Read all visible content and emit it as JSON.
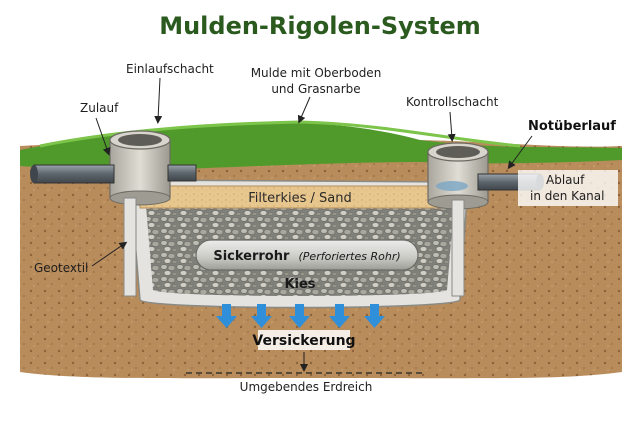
{
  "title": "Mulden-Rigolen-System",
  "labels": {
    "einlaufschacht": "Einlaufschacht",
    "mulde_line1": "Mulde mit Oberboden",
    "mulde_line2": "und Grasnarbe",
    "zulauf": "Zulauf",
    "kontrollschacht": "Kontrollschacht",
    "notueberlauf": "Notüberlauf",
    "ablauf_line1": "Ablauf",
    "ablauf_line2": "in den Kanal",
    "filterkies": "Filterkies / Sand",
    "sickerrohr": "Sickerrohr",
    "sickerrohr_note": "(Perforiertes Rohr)",
    "geotextil": "Geotextil",
    "kies": "Kies",
    "versickerung": "Versickerung",
    "erdreich": "Umgebendes Erdreich"
  },
  "colors": {
    "title": "#2b5a1f",
    "grass": "#4f9a2a",
    "soil": "#b5895a",
    "soil_dark": "#8a6238",
    "filter_sand": "#e7c48e",
    "gravel": "#9a9a92",
    "geotextile": "#d9d9d6",
    "concrete": "#c8c5bd",
    "pipe": "#6e7880",
    "arrow": "#2f8fd8"
  },
  "icons": {
    "infiltration_arrow": "down-arrow-icon",
    "leader_arrow": "arrow-pointer-icon"
  }
}
